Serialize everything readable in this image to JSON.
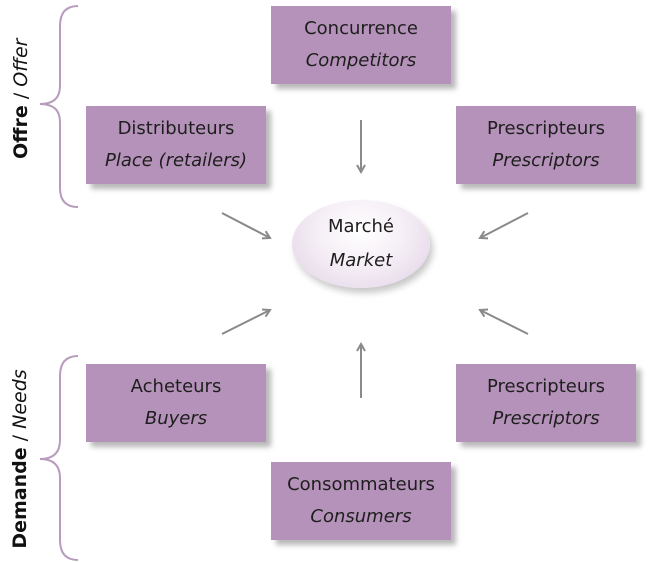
{
  "colors": {
    "box_fill": "#b592b9",
    "bracket": "#b89cbd",
    "arrow": "#8a8a8a"
  },
  "market": {
    "fr": "Marché",
    "en": "Market"
  },
  "boxes": {
    "competitors": {
      "fr": "Concurrence",
      "en": "Competitors"
    },
    "distributors": {
      "fr": "Distributeurs",
      "en": "Place (retailers)"
    },
    "prescribers_top": {
      "fr": "Prescripteurs",
      "en": "Prescriptors"
    },
    "buyers": {
      "fr": "Acheteurs",
      "en": "Buyers"
    },
    "prescribers_bottom": {
      "fr": "Prescripteurs",
      "en": "Prescriptors"
    },
    "consumers": {
      "fr": "Consommateurs",
      "en": "Consumers"
    }
  },
  "sides": {
    "offer": {
      "fr": "Offre",
      "sep": " / ",
      "en": "Offer"
    },
    "demand": {
      "fr": "Demande",
      "sep": " / ",
      "en": "Needs"
    }
  }
}
